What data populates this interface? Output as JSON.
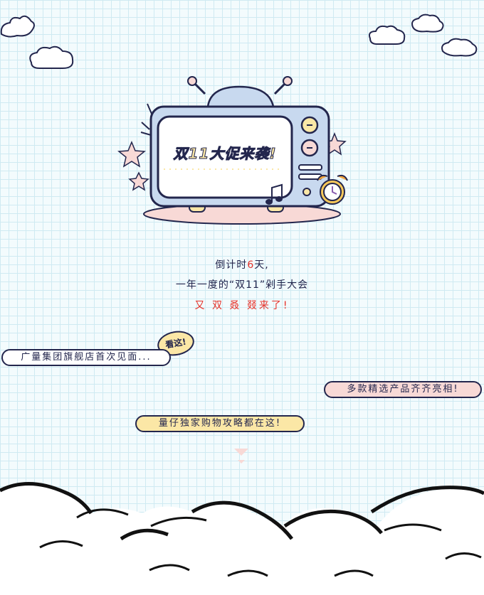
{
  "tv": {
    "screen_title": "双11大促来袭!"
  },
  "countdown": {
    "prefix": "倒计时",
    "days": "6",
    "suffix": "天,",
    "line2": "一年一度的“双11”剁手大会",
    "line3": "又 双 叒 叕来了!"
  },
  "bubbles": {
    "look": "看这!",
    "store_intro": "广量集团旗舰店首次见面...",
    "products": "多款精选产品齐齐亮相!",
    "guide": "量仔独家购物攻略都在这!"
  },
  "colors": {
    "navy": "#23264d",
    "pink": "#f8d9d6",
    "yellow": "#fbe7a6",
    "red": "#e6332a",
    "tv_blue": "#c8d9ef",
    "grid": "#cfeaf2"
  },
  "icons": [
    "cloud-icon",
    "star-icon",
    "alarm-clock-icon",
    "music-note-icon",
    "arrow-down-icon"
  ]
}
